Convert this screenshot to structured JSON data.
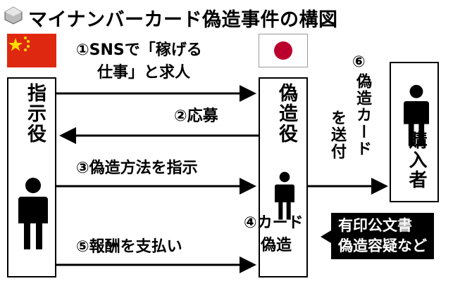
{
  "title": "マイナンバーカード偽造事件の構図",
  "actors": {
    "instructor": "指示役",
    "forger": "偽造役",
    "buyer": "購入者"
  },
  "flags": {
    "china": "china-flag",
    "japan": "japan-flag"
  },
  "steps": {
    "s1_line1": "①SNSで「稼げる",
    "s1_line2": "仕事」と求人",
    "s2": "②応募",
    "s3": "③偽造方法を指示",
    "s4_line1": "④カード",
    "s4_line2": "偽造",
    "s5": "⑤報酬を支払い",
    "s6_num": "⑥",
    "s6_col1": "偽造カード",
    "s6_col2": "を送付"
  },
  "note": {
    "line1": "有印公文書",
    "line2": "偽造容疑など"
  },
  "colors": {
    "china_red": "#de2910",
    "china_star": "#ffde00",
    "japan_red": "#bc002d"
  }
}
